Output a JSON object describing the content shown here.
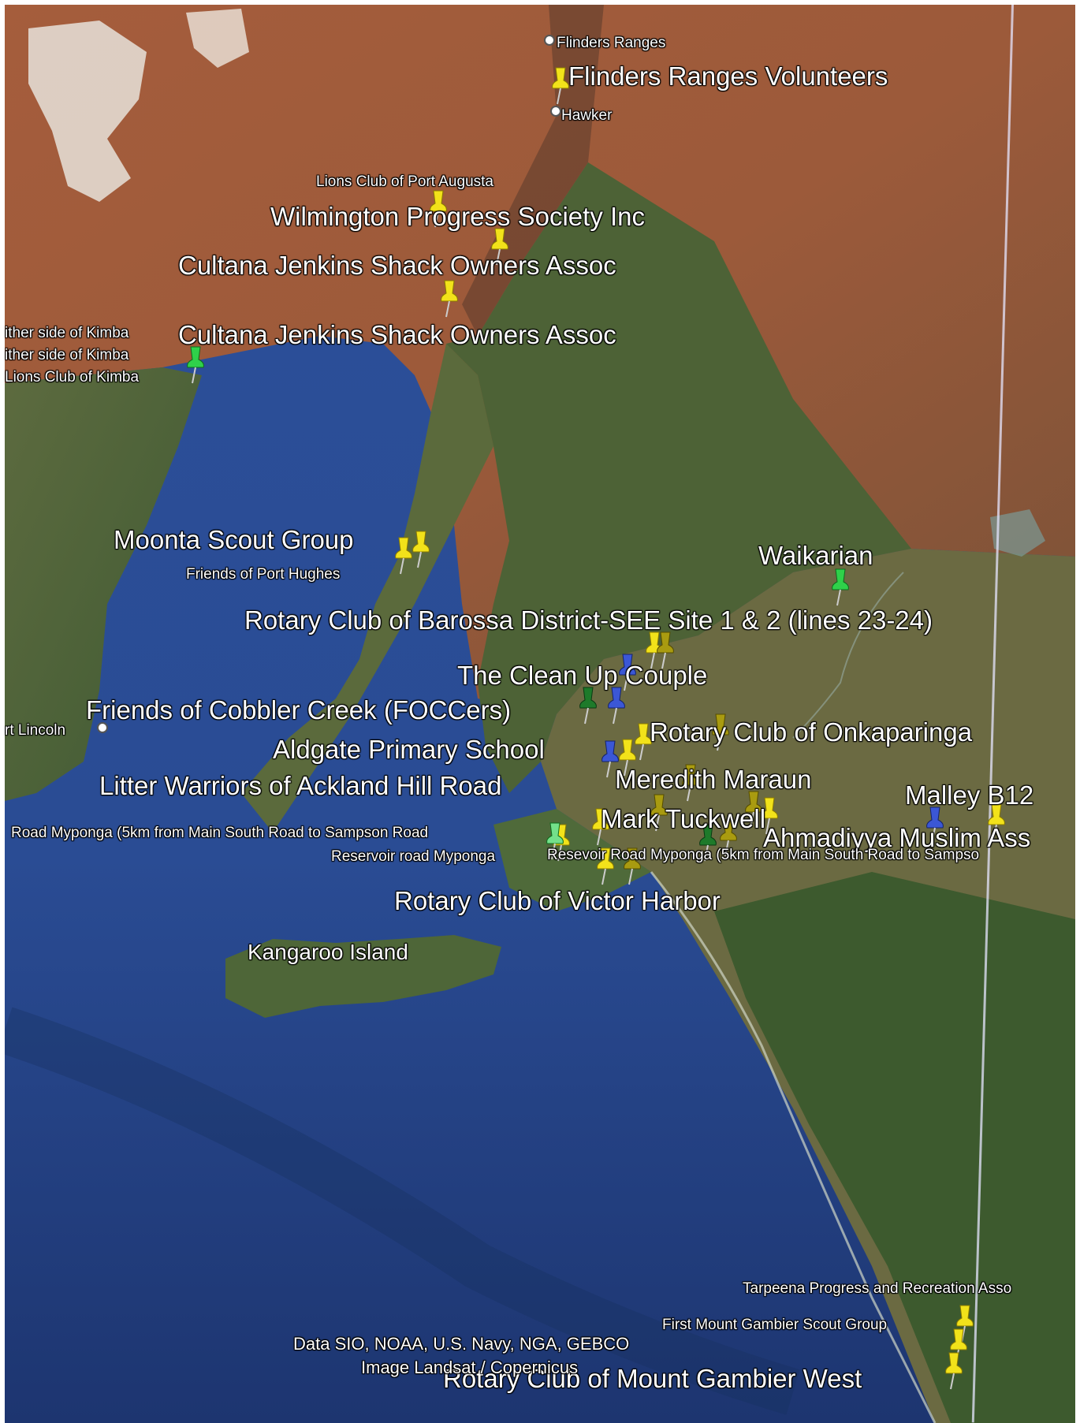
{
  "map": {
    "big_labels": [
      "Flinders Ranges Volunteers",
      "Wilmington Progress Society Inc",
      "Cultana Jenkins Shack Owners Assoc",
      "Cultana Jenkins Shack Owners Assoc",
      "Moonta Scout Group",
      "Waikarian",
      "Rotary Club of Barossa District-SEE Site 1 & 2 (lines 23-24)",
      "The Clean Up Couple",
      "Friends of Cobbler Creek (FOCCers)",
      "Rotary Club of Onkaparinga",
      "Aldgate Primary School",
      "Meredith Maraun",
      "Litter Warriors of Ackland Hill Road",
      "Malley B12",
      "Mark Tuckwell",
      "Ahmadiyya Muslim Ass",
      "Rotary Club of Victor Harbor",
      "Kangaroo Island",
      "Rotary Club of Mount Gambier West"
    ],
    "small_labels": [
      "Flinders Ranges",
      "Hawker",
      "Lions Club of Port Augusta",
      "ither side of Kimba",
      "ither side of Kimba",
      "Lions Club of Kimba",
      "Friends of Port Hughes",
      "rt Lincoln",
      "Road Myponga (5km from Main South Road to Sampson Road",
      "Reservoir road Myponga",
      "Resevoir Road Myponga (5km from Main South Road to Sampso",
      "Tarpeena Progress and Recreation Asso",
      "First Mount Gambier Scout Group"
    ],
    "attribution": [
      "Data SIO, NOAA, U.S. Navy, NGA, GEBCO",
      "Image Landsat / Copernicus"
    ],
    "pin_colors": {
      "yellow": "#f2e21a",
      "olive": "#a99b10",
      "green": "#2fd14a",
      "dark_green": "#1e7a2a",
      "blue": "#3b57d6"
    }
  }
}
